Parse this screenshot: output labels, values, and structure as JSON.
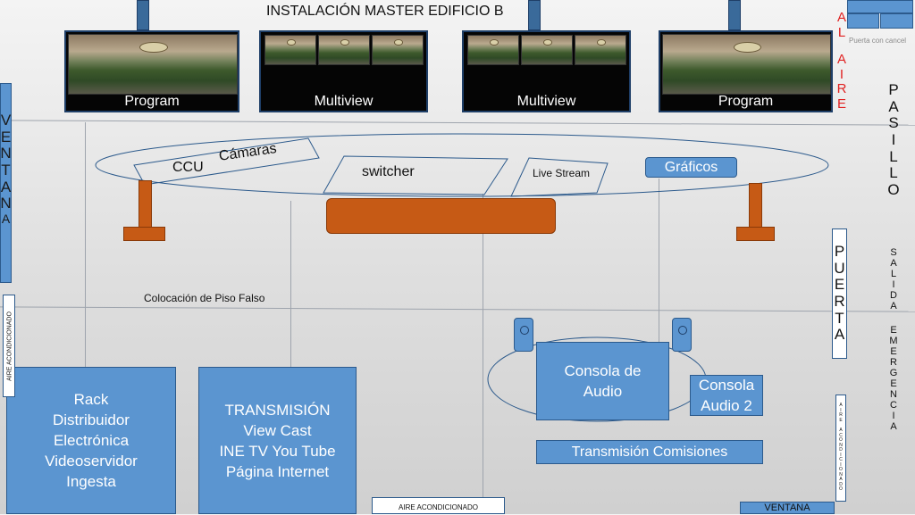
{
  "title": "INSTALACIÓN MASTER EDIFICIO  B",
  "screens": [
    {
      "label": "Program"
    },
    {
      "label": "Multiview"
    },
    {
      "label": "Multiview"
    },
    {
      "label": "Program"
    }
  ],
  "switcher_area": {
    "ccu": "CCU",
    "camaras": "Cámaras",
    "switcher": "switcher",
    "live_stream": "Live Stream",
    "graficos": "Gráficos"
  },
  "floor_label": "Colocación de Piso Falso",
  "racks": {
    "rack_lines": [
      "Rack",
      "Distribuidor",
      "Electrónica",
      "Videoservidor",
      "Ingesta"
    ],
    "transmision_lines": [
      "TRANSMISIÓN",
      "View Cast",
      "INE TV You Tube",
      "Página Internet"
    ]
  },
  "audio": {
    "consola1_lines": [
      "Consola de",
      "Audio"
    ],
    "consola2_lines": [
      "Consola",
      "Audio 2"
    ],
    "transmision_comisiones": "Transmisión Comisiones"
  },
  "walls": {
    "ventana_left_letters": [
      "V",
      "E",
      "N",
      "T",
      "A",
      "N",
      "A"
    ],
    "aire_left": "AIRE ACONDICIONADO",
    "aire_bottom": "AIRE ACONDICIONADO",
    "ventana_bottom": "VENTANA",
    "aire_right_letters": [
      "A",
      "I",
      "R",
      "E",
      "",
      "A",
      "C",
      "O",
      "N",
      "D",
      "I",
      "C",
      "I",
      "O",
      "N",
      "A",
      "D",
      "O"
    ],
    "al_aire_letters": [
      "A",
      "L",
      "",
      "A",
      "I",
      "R",
      "E"
    ],
    "puerta_letters": [
      "P",
      "U",
      "E",
      "R",
      "T",
      "A"
    ],
    "puerta_cancel": "Puerta con cancel",
    "pasillo_letters": [
      "P",
      "A",
      "S",
      "I",
      "L",
      "L",
      "O"
    ],
    "salida_letters": [
      "S",
      "A",
      "L",
      "I",
      "D",
      "A",
      "",
      "E",
      "M",
      "E",
      "R",
      "G",
      "E",
      "N",
      "C",
      "I",
      "A"
    ]
  },
  "colors": {
    "accent_blue": "#5b95d0",
    "orange": "#c65a15",
    "red_text": "#e02020"
  }
}
